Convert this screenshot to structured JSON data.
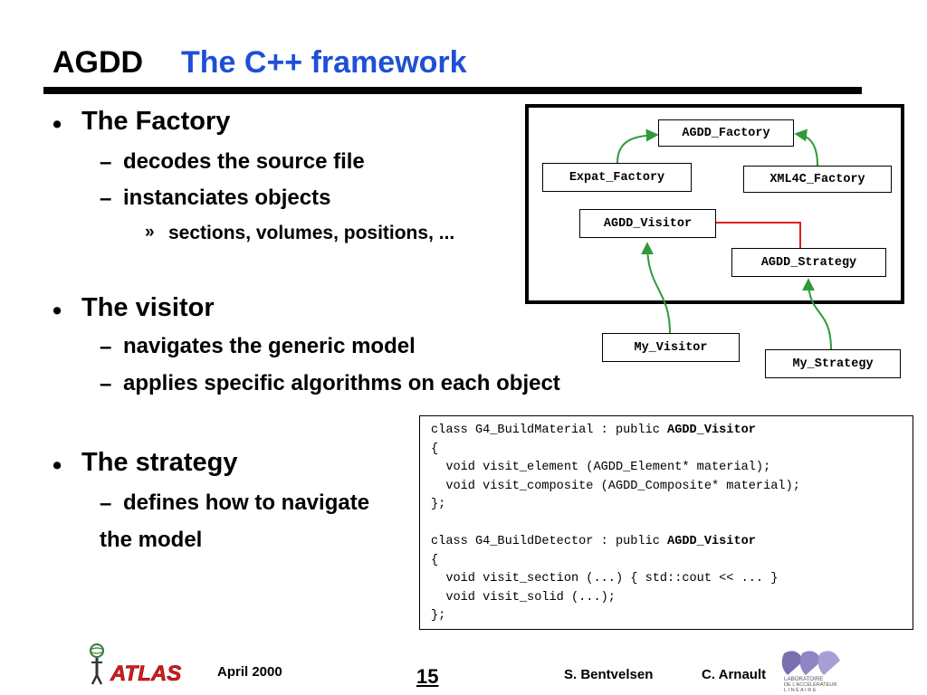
{
  "header": {
    "prefix": "AGDD",
    "title": "The C++ framework"
  },
  "bullets": {
    "factory": {
      "title": "The Factory",
      "items": [
        "decodes the source file",
        "instanciates objects"
      ],
      "sub": "sections, volumes, positions, ..."
    },
    "visitor": {
      "title": "The visitor",
      "items": [
        "navigates the generic model",
        "applies specific algorithms on each object"
      ]
    },
    "strategy": {
      "title": "The strategy",
      "item_line1": "defines how to navigate",
      "item_line2": "the model"
    },
    "dot": "•",
    "dash": "–",
    "guillemet": "»"
  },
  "diagram": {
    "agdd_factory": "AGDD_Factory",
    "expat_factory": "Expat_Factory",
    "xml4c_factory": "XML4C_Factory",
    "agdd_visitor": "AGDD_Visitor",
    "agdd_strategy": "AGDD_Strategy",
    "my_visitor": "My_Visitor",
    "my_strategy": "My_Strategy",
    "colors": {
      "inheritance": "#2e9a3c",
      "association": "#e02020"
    }
  },
  "code": {
    "block1": {
      "decl": "class G4_BuildMaterial : public ",
      "base": "AGDD_Visitor",
      "open": "{",
      "lines": [
        "  void visit_element (AGDD_Element* material);",
        "  void visit_composite (AGDD_Composite* material);"
      ],
      "close": "};"
    },
    "block2": {
      "decl": "class G4_BuildDetector : public ",
      "base": "AGDD_Visitor",
      "open": "{",
      "lines": [
        "  void visit_section (...) { std::cout << ... }",
        "  void visit_solid (...);"
      ],
      "close": "};"
    }
  },
  "footer": {
    "atlas_logo": "ATLAS",
    "date": "April 2000",
    "page": "15",
    "author1": "S. Bentvelsen",
    "author2": "C. Arnault",
    "lal_logo": "LAL",
    "lal_subtext1": "LABORATOIRE",
    "lal_subtext2": "DE L'ACCÉLÉRATEUR",
    "lal_subtext3": "L I N É A I R E"
  }
}
